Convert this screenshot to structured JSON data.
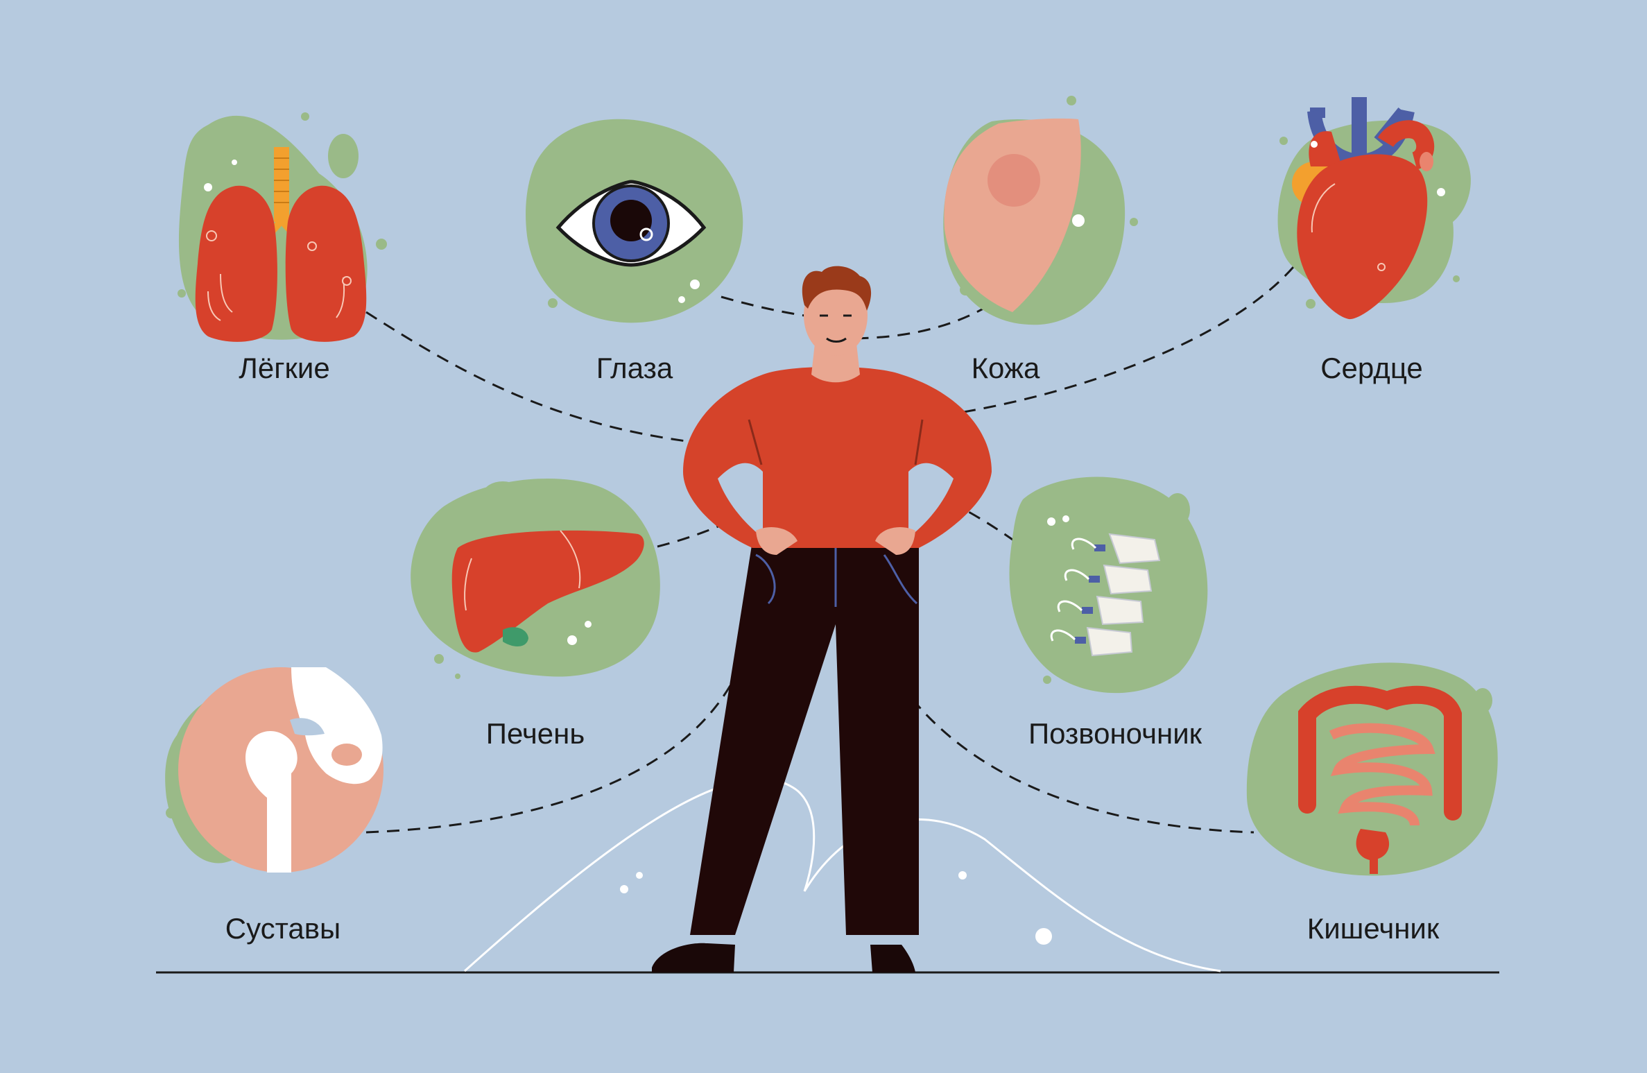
{
  "organs": {
    "lungs": {
      "label": "Лёгкие"
    },
    "eyes": {
      "label": "Глаза"
    },
    "skin": {
      "label": "Кожа"
    },
    "heart": {
      "label": "Сердце"
    },
    "liver": {
      "label": "Печень"
    },
    "spine": {
      "label": "Позвоночник"
    },
    "joints": {
      "label": "Суставы"
    },
    "gut": {
      "label": "Кишечник"
    }
  },
  "colors": {
    "background": "#b6cadf",
    "blob": "#9aba88",
    "organ_red": "#d7412b",
    "skin_tone": "#e9a791",
    "sweater": "#d5432a",
    "trousers": "#200808",
    "eye_iris": "#4d5fa6",
    "dash_line": "#1a1a1a"
  }
}
